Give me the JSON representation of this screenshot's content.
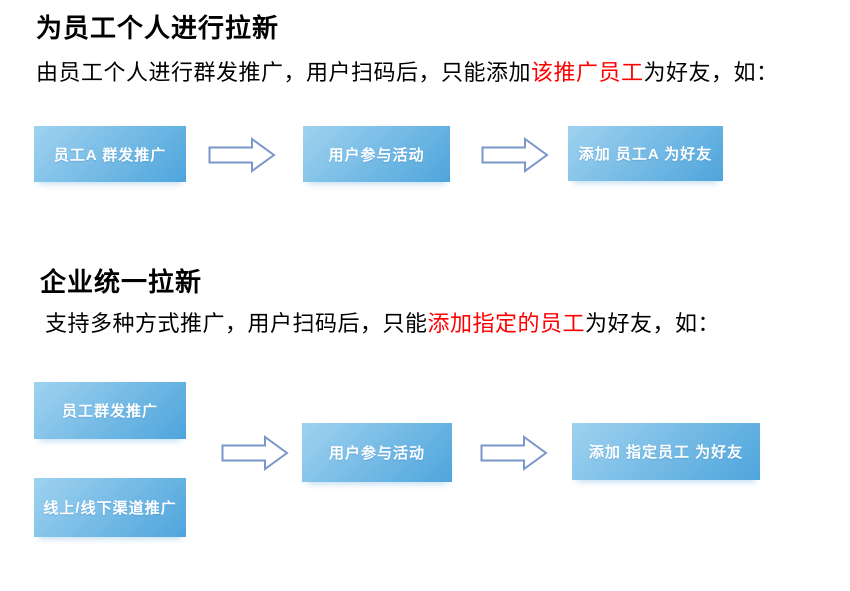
{
  "colors": {
    "text_black": "#000000",
    "highlight_red": "#ff0000",
    "box_gradient_start": "#9fd2ef",
    "box_gradient_end": "#4ea5dc",
    "box_text": "#ffffff",
    "arrow_stroke": "#7a97c9",
    "arrow_fill": "#ffffff",
    "page_bg": "#ffffff"
  },
  "icons": {
    "flow_arrow": "right-block-arrow"
  },
  "section1": {
    "heading": "为员工个人进行拉新",
    "paragraph": {
      "before": "由员工个人进行群发推广，用户扫码后，只能添加",
      "highlight": "该推广员工",
      "after": "为好友，如："
    },
    "flow": {
      "step1": "员工A 群发推广",
      "step2": "用户参与活动",
      "step3": "添加 员工A 为好友"
    }
  },
  "section2": {
    "heading": "企业统一拉新",
    "paragraph": {
      "before": "支持多种方式推广，用户扫码后，只能",
      "highlight": "添加指定的员工",
      "after": "为好友，如："
    },
    "flow": {
      "source1": "员工群发推广",
      "source2": "线上/线下渠道推广",
      "step2": "用户参与活动",
      "step3": "添加 指定员工 为好友"
    }
  }
}
